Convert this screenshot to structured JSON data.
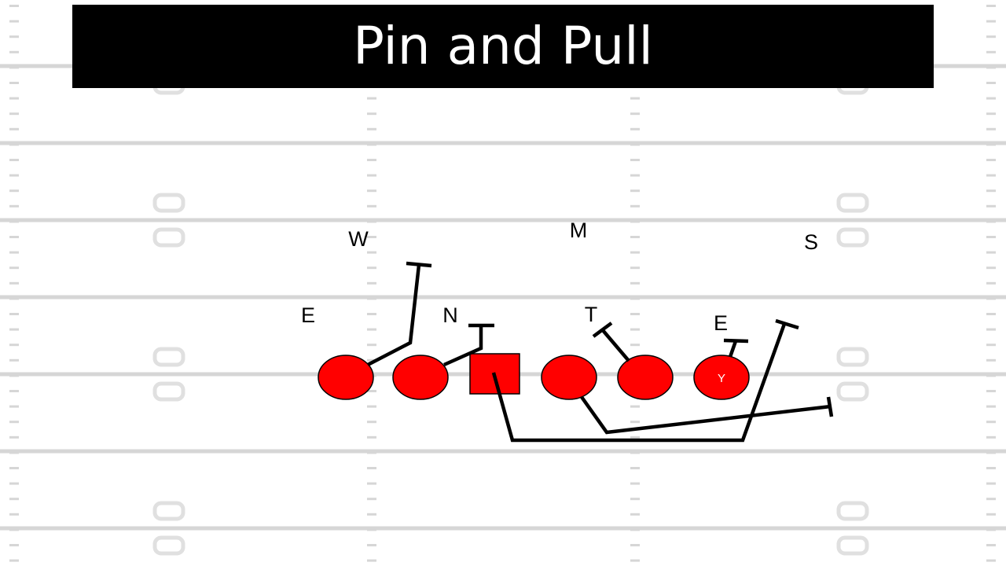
{
  "slide": {
    "title": "Pin and Pull"
  },
  "defense": {
    "labels": [
      "W",
      "M",
      "S",
      "E",
      "N",
      "T",
      "E"
    ]
  },
  "offense": {
    "player_count": 6,
    "center_shape": "square",
    "y_label": "Y"
  },
  "colors": {
    "title_bg": "#000000",
    "title_text": "#ffffff",
    "player_fill": "#ff0000",
    "route_stroke": "#000000",
    "field_lines": "#d6d6d6",
    "field_numbers": "#e0e0e0"
  }
}
